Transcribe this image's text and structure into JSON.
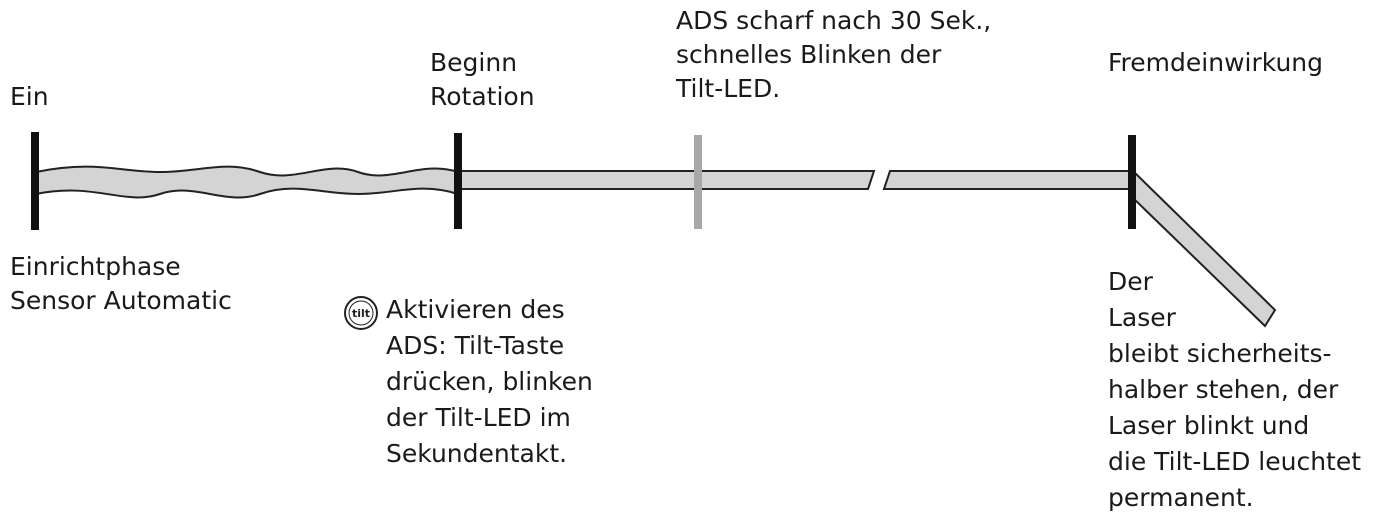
{
  "timeline": {
    "events": {
      "on": {
        "label": "Ein"
      },
      "rotation_start": {
        "label": "Beginn\nRotation"
      },
      "ads_armed": {
        "label": "ADS scharf nach 30 Sek.,\nschnelles Blinken der\nTilt-LED."
      },
      "interference": {
        "label": "Fremdeinwirkung"
      }
    },
    "notes": {
      "setup_phase": {
        "label": "Einrichtphase\nSensor Automatic"
      },
      "activate_ads": {
        "icon": "tilt-icon",
        "icon_text": "tilt",
        "label": "Aktivieren des\nADS: Tilt-Taste\ndrücken, blinken\nder Tilt-LED im\nSekundentakt."
      },
      "laser_stop": {
        "label": "Der\nLaser\nbleibt sicherheits-\nhalber stehen, der\nLaser blinkt und\ndie Tilt-LED leuchtet\npermanent."
      }
    }
  },
  "colors": {
    "marker": "#111111",
    "marker_gray": "#a8a8a8",
    "band_fill": "#d4d4d4",
    "band_stroke": "#222222"
  }
}
